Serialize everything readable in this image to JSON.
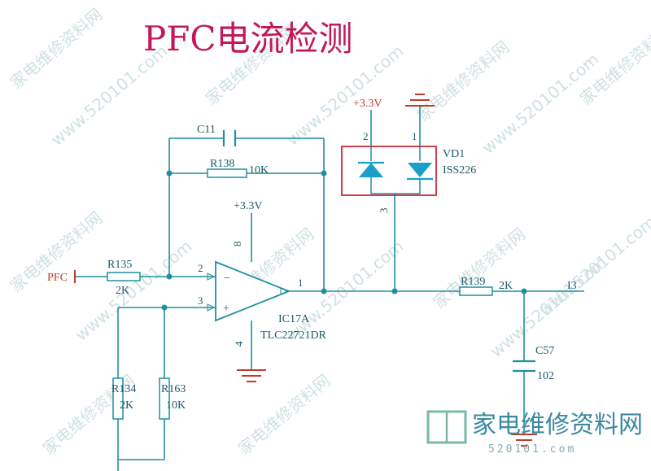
{
  "title": "PFC电流检测",
  "colors": {
    "wire": "#1f8fa0",
    "text": "#1b5a6a",
    "title": "#c2185b",
    "highlight": "#cc2a3a",
    "diode": "#1aa0c8",
    "ground": "#c0392b",
    "watermark": "#a9c7cc"
  },
  "input": {
    "label": "PFC"
  },
  "components": {
    "c11": {
      "name": "C11"
    },
    "r138": {
      "name": "R138",
      "value": "10K"
    },
    "r135": {
      "name": "R135",
      "value": "2K"
    },
    "r139": {
      "name": "R139",
      "value": "2K"
    },
    "c57": {
      "name": "C57",
      "value": "102"
    },
    "r134": {
      "name": "R134",
      "value": "2K"
    },
    "r163": {
      "name": "R163",
      "value": "10K"
    },
    "vd1": {
      "name": "VD1",
      "part": "ISS226"
    },
    "ic17a": {
      "name": "IC17A",
      "part": "TLC22721DR"
    }
  },
  "supply": {
    "opamp": "+3.3V",
    "diode": "+3.3V"
  },
  "pins": {
    "opamp_inv": "2",
    "opamp_noninv": "3",
    "opamp_out": "1",
    "opamp_vcc": "8",
    "opamp_gnd": "4",
    "diode_a": "2",
    "diode_b": "1",
    "diode_c": "3"
  },
  "output": {
    "label": "I3"
  },
  "watermark": {
    "domain": "www.520101.com",
    "site": "家电维修资料网"
  },
  "logo": {
    "text": "家电维修资料网",
    "sub": "520101.com"
  }
}
